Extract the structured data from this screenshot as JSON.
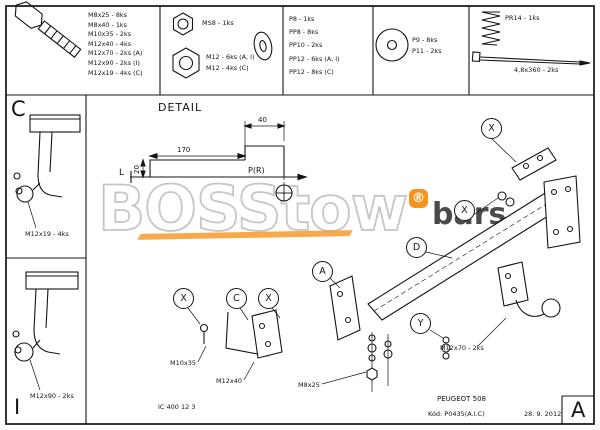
{
  "sheet": {
    "corner_c": "C",
    "corner_i": "I",
    "corner_a": "A"
  },
  "watermark": {
    "word": "BOSStow",
    "reg": "®",
    "bars": "bars"
  },
  "parts": {
    "bolts": [
      "M8x25 - 8ks",
      "M8x40 - 1ks",
      "M10x35 - 2ks",
      "M12x40 - 4ks",
      "M12x70 - 2ks (A)",
      "M12x90 - 2ks (I)",
      "M12x19 - 4ks (C)"
    ],
    "nut_small": "MS8 - 1ks",
    "nut_large": [
      "M12 - 6ks (A, I)",
      "M12 - 4ks (C)"
    ],
    "washers": [
      "P8 - 1ks",
      "PP8 - 8ks",
      "PP10 - 2ks",
      "PP12 - 6ks (A, I)",
      "PP12 - 8ks (C)"
    ],
    "washers_large": [
      "P9 - 8ks",
      "P11 - 2ks"
    ],
    "spring": "PR14 - 1ks",
    "screw_long": "4,8x360 - 2ks"
  },
  "left_panels": {
    "c_label": "M12x19 - 4ks",
    "i_label": "M12x90 - 2ks"
  },
  "detail": {
    "title": "DETAIL",
    "dim_40": "40",
    "dim_170": "170",
    "dim_20": "20",
    "left_mark": "L",
    "point_mark": "P(R)"
  },
  "assembly": {
    "callouts": {
      "x1": "X",
      "x2": "X",
      "d": "D",
      "a": "A",
      "x3": "X",
      "c": "C",
      "x4": "X",
      "y": "Y"
    },
    "labels": {
      "m10x35": "M10x35",
      "m12x40": "M12x40",
      "m8x25": "M8x25",
      "m12x70": "M12x70 - 2ks"
    }
  },
  "footer": {
    "doc_no": "IC 400 12 3",
    "model": "PEUGEOT 508",
    "code": "Kód: P0435(A.I.C)",
    "date": "28. 9. 2012"
  }
}
